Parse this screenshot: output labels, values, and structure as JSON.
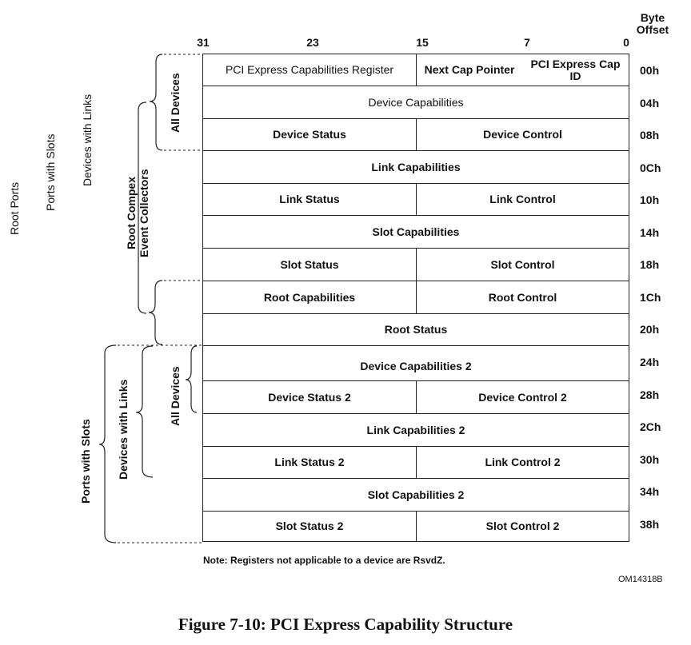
{
  "bit_positions": [
    "31",
    "23",
    "15",
    "7",
    "0"
  ],
  "byte_offset_header": [
    "Byte",
    "Offset"
  ],
  "rows": [
    {
      "offset": "00h",
      "cells": [
        "PCI Express Capabilities Register",
        "Next Cap Pointer",
        "PCI Express Cap ID"
      ]
    },
    {
      "offset": "04h",
      "cells": [
        "Device Capabilities"
      ]
    },
    {
      "offset": "08h",
      "cells": [
        "Device Status",
        "Device Control"
      ]
    },
    {
      "offset": "0Ch",
      "cells": [
        "Link Capabilities"
      ]
    },
    {
      "offset": "10h",
      "cells": [
        "Link Status",
        "Link Control"
      ]
    },
    {
      "offset": "14h",
      "cells": [
        "Slot Capabilities"
      ]
    },
    {
      "offset": "18h",
      "cells": [
        "Slot Status",
        "Slot Control"
      ]
    },
    {
      "offset": "1Ch",
      "cells": [
        "Root Capabilities",
        "Root Control"
      ]
    },
    {
      "offset": "20h",
      "cells": [
        "Root Status"
      ]
    },
    {
      "offset": "24h",
      "cells": [
        "Device Capabilities 2"
      ]
    },
    {
      "offset": "28h",
      "cells": [
        "Device Status 2",
        "Device Control 2"
      ]
    },
    {
      "offset": "2Ch",
      "cells": [
        "Link Capabilities 2"
      ]
    },
    {
      "offset": "30h",
      "cells": [
        "Link Status 2",
        "Link Control 2"
      ]
    },
    {
      "offset": "34h",
      "cells": [
        "Slot Capabilities 2"
      ]
    },
    {
      "offset": "38h",
      "cells": [
        "Slot Status 2",
        "Slot Control 2"
      ]
    }
  ],
  "brace_labels": {
    "root_ports": "Root Ports",
    "ports_with_slots": "Ports with Slots",
    "devices_with_links": "Devices with Links",
    "all_devices": "All Devices",
    "rcec": [
      "Root Compex",
      "Event Collectors"
    ],
    "all_devices_2": "All Devices",
    "devices_with_links_2": "Devices with Links",
    "ports_with_slots_2": "Ports with Slots"
  },
  "note": "Note:  Registers not applicable to a device are RsvdZ.",
  "figure_id": "OM14318B",
  "caption": "Figure 7-10:  PCI Express Capability Structure"
}
